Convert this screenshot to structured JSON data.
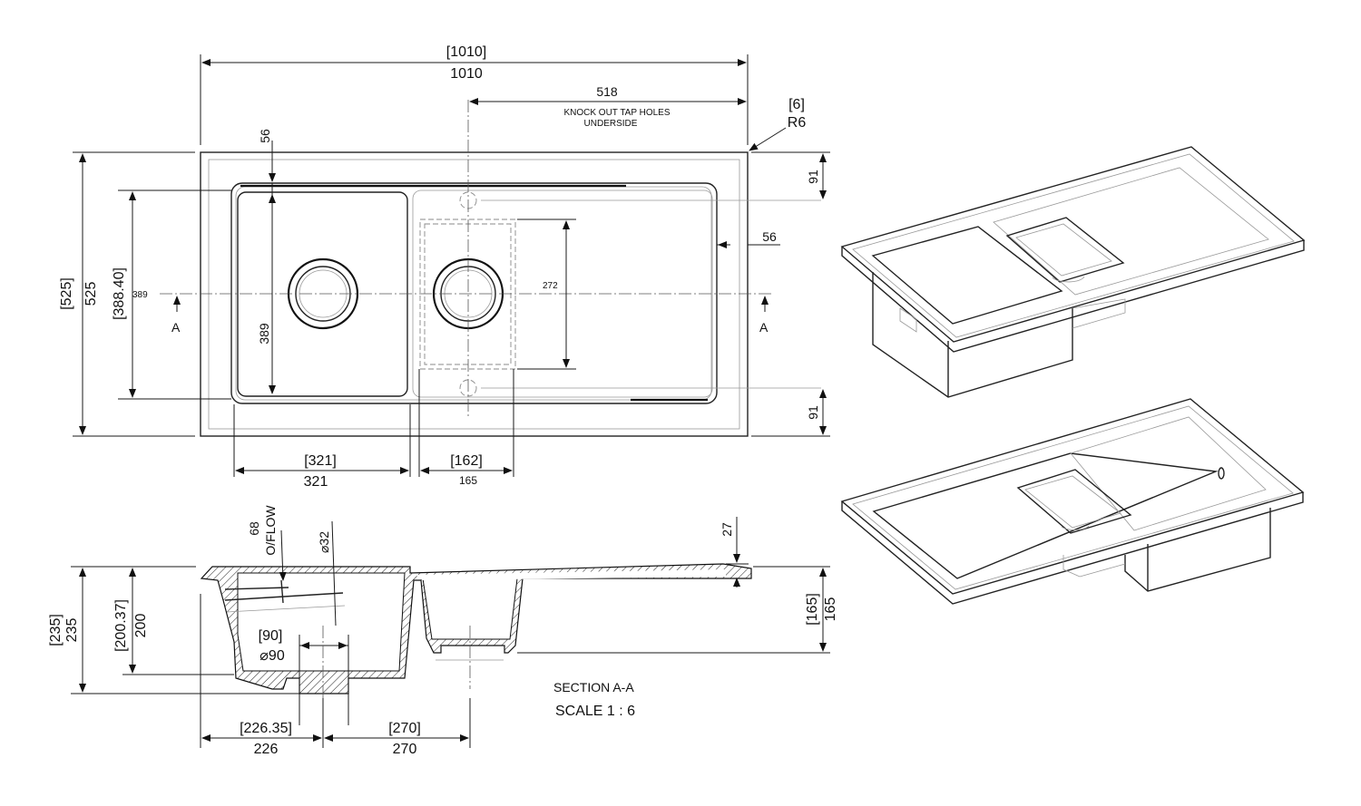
{
  "plan": {
    "overall_width_bracket": "[1010]",
    "overall_width": "1010",
    "tap_offset": "518",
    "tap_note_line1": "KNOCK OUT TAP HOLES",
    "tap_note_line2": "UNDERSIDE",
    "radius_bracket": "[6]",
    "radius": "R6",
    "rim_top": "56",
    "rim_right": "56",
    "edge_top": "91",
    "edge_bottom": "91",
    "overall_depth_bracket": "[525]",
    "overall_depth": "525",
    "bowl_depth_bracket": "[388.40]",
    "bowl_depth_small": "389",
    "bowl_depth_inner": "389",
    "half_bowl_depth": "272",
    "section_mark_left": "A",
    "section_mark_right": "A",
    "bowl_width_bracket": "[321]",
    "bowl_width": "321",
    "half_bowl_width_bracket": "[162]",
    "half_bowl_width": "165"
  },
  "section": {
    "overflow_size": "68",
    "overflow_label": "O/FLOW",
    "overflow_dia": "⌀32",
    "drainer_thickness": "27",
    "height_bracket": "[235]",
    "height": "235",
    "bowl_height_bracket": "[200.37]",
    "bowl_height": "200",
    "half_height_bracket": "[165]",
    "half_height": "165",
    "waste_bracket": "[90]",
    "waste_dia": "⌀90",
    "offset_bracket": "[226.35]",
    "offset": "226",
    "spacing_bracket": "[270]",
    "spacing": "270",
    "title": "SECTION A-A",
    "scale": "SCALE 1 : 6"
  }
}
